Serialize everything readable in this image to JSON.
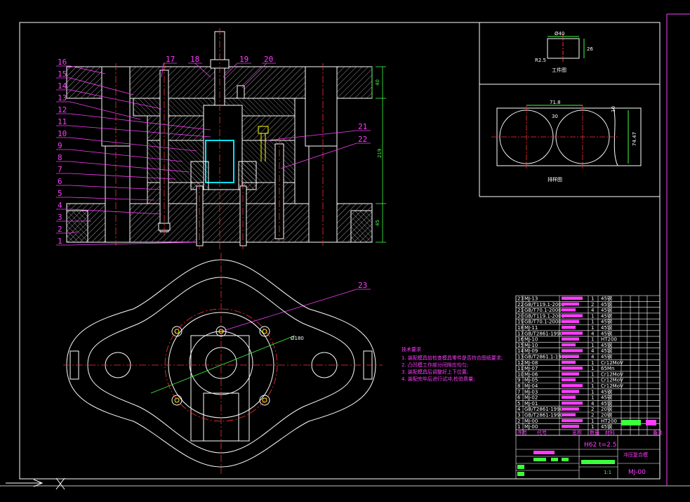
{
  "part_numbers": [
    "1",
    "2",
    "3",
    "4",
    "5",
    "6",
    "7",
    "8",
    "9",
    "10",
    "11",
    "12",
    "13",
    "14",
    "15",
    "16",
    "17",
    "18",
    "19",
    "20",
    "21",
    "22",
    "23"
  ],
  "dimensions": {
    "height_total": "219",
    "height_top": "40",
    "height_bottom": "45",
    "circle_dia": "Ø180",
    "blank_pitch": "71.8",
    "blank_gap": "30",
    "blank_width": "74.47",
    "blank_edge": "10",
    "work_dia": "Ø40",
    "work_h": "26",
    "work_r": "R2.5"
  },
  "views": {
    "workpiece_title": "工件图",
    "layout_title": "排样图"
  },
  "tech_req": {
    "title": "技术要求",
    "items": [
      "1. 装配模具前检查模具零件是否符合图纸要求;",
      "2. 凸凹模工作部分间隙应均匀;",
      "3. 装配模具后调整好上下位置;",
      "4. 装配完毕后进行试冲,检验质量;"
    ]
  },
  "bom": [
    {
      "no": "23",
      "code": "MJ-13",
      "qty": "1",
      "mat": "45钢"
    },
    {
      "no": "22",
      "code": "GB/T119.1-2000",
      "qty": "2",
      "mat": "45钢"
    },
    {
      "no": "21",
      "code": "GB/T70.1-2000",
      "qty": "4",
      "mat": "45钢"
    },
    {
      "no": "20",
      "code": "GB/T119.1-2000",
      "qty": "1",
      "mat": "45钢"
    },
    {
      "no": "19",
      "code": "GB/T70.1-2000",
      "qty": "1",
      "mat": "45钢"
    },
    {
      "no": "18",
      "code": "MJ-11",
      "qty": "1",
      "mat": "45钢"
    },
    {
      "no": "17",
      "code": "GB/T2861-1990",
      "qty": "4",
      "mat": "45钢"
    },
    {
      "no": "16",
      "code": "MJ-10",
      "qty": "1",
      "mat": "HT200"
    },
    {
      "no": "15",
      "code": "MJ-10",
      "qty": "1",
      "mat": "45钢"
    },
    {
      "no": "14",
      "code": "MJ-09",
      "qty": "4",
      "mat": "45钢"
    },
    {
      "no": "13",
      "code": "GB/T2861.1-1990",
      "qty": "4",
      "mat": "45钢"
    },
    {
      "no": "12",
      "code": "MJ-08",
      "qty": "1",
      "mat": "Cr12MoV"
    },
    {
      "no": "11",
      "code": "MJ-07",
      "qty": "1",
      "mat": "65Mn"
    },
    {
      "no": "10",
      "code": "MJ-06",
      "qty": "1",
      "mat": "Cr12MoV"
    },
    {
      "no": "9",
      "code": "MJ-05",
      "qty": "1",
      "mat": "Cr12MoV"
    },
    {
      "no": "8",
      "code": "MJ-04",
      "qty": "1",
      "mat": "Cr12MoV"
    },
    {
      "no": "7",
      "code": "MJ-03",
      "qty": "1",
      "mat": "45钢"
    },
    {
      "no": "6",
      "code": "MJ-02",
      "qty": "1",
      "mat": "45钢"
    },
    {
      "no": "5",
      "code": "MJ-01",
      "qty": "4",
      "mat": "45钢"
    },
    {
      "no": "4",
      "code": "GB/T2861-1990",
      "qty": "2",
      "mat": "20钢"
    },
    {
      "no": "3",
      "code": "GB/T2861-1990",
      "qty": "2",
      "mat": "20钢"
    },
    {
      "no": "2",
      "code": "MJ-00",
      "qty": "1",
      "mat": "HT200"
    },
    {
      "no": "1",
      "code": "MJ-00",
      "qty": "1",
      "mat": "45钢"
    }
  ],
  "bom_header": [
    "序号",
    "代号",
    "名称",
    "数量",
    "材料",
    "备注"
  ],
  "title_block": {
    "material": "H62  t=2.5",
    "name": "冲压复合模",
    "drawing_no": "MJ-00",
    "scale": "1:1"
  },
  "colors": {
    "line": "#ffffff",
    "leader": "#ff3cff",
    "center": "#ff3030",
    "dim": "#3cff3c",
    "hidden": "#ffff00",
    "bom_bar": "#ff3cff"
  }
}
